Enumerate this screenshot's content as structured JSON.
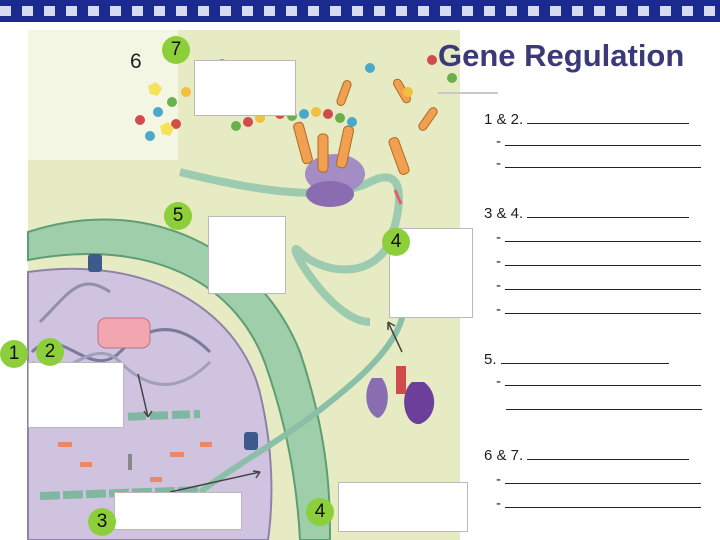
{
  "title": "Gene Regulation",
  "labels": {
    "n1": "1",
    "n2": "2",
    "n3": "3",
    "n4a": "4",
    "n4b": "4",
    "n5": "5",
    "n6": "6",
    "n7": "7"
  },
  "notes": {
    "q12": "1 & 2.",
    "q34": "3 & 4.",
    "q5": "5.",
    "q67": "6 & 7.",
    "dash": "-"
  },
  "colors": {
    "banner": "#1b2a8e",
    "title": "#3a3a78",
    "cytoplasm": "#e7ebc4",
    "nucleus": "#cfc3e0",
    "membrane": "#8bc29a",
    "label_circle": "#8ccf3a"
  }
}
